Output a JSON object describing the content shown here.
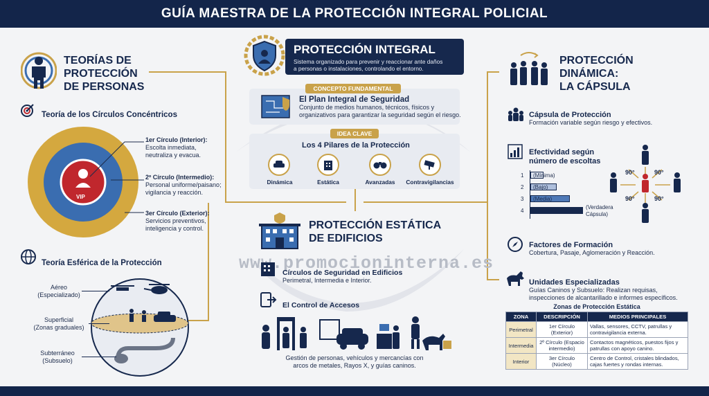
{
  "title": "GUÍA MAESTRA DE LA PROTECCIÓN INTEGRAL POLICIAL",
  "left": {
    "heading": [
      "TEORÍAS DE",
      "PROTECCIÓN",
      "DE PERSONAS"
    ],
    "concentric_title": "Teoría de los Círculos Concéntricos",
    "vip": "VIP",
    "circles": [
      {
        "name": "1er Círculo (Interior):",
        "desc1": "Escolta inmediata,",
        "desc2": "neutraliza y evacua."
      },
      {
        "name": "2º Círculo (Intermedio):",
        "desc1": "Personal uniforme/paisano;",
        "desc2": "vigilancia y reacción."
      },
      {
        "name": "3er Círculo (Exterior):",
        "desc1": "Servicios preventivos,",
        "desc2": "inteligencia y control."
      }
    ],
    "spherical_title": "Teoría Esférica de la Protección",
    "layers": [
      {
        "name": "Aéreo",
        "desc": "(Especializado)"
      },
      {
        "name": "Superficial",
        "desc": "(Zonas graduales)"
      },
      {
        "name": "Subterráneo",
        "desc": "(Subsuelo)"
      }
    ]
  },
  "center": {
    "pi_title": "PROTECCIÓN INTEGRAL",
    "pi_desc1": "Sistema organizado para prevenir y reaccionar ante daños",
    "pi_desc2": "a personas o instalaciones, controlando el entorno.",
    "concept_pill": "CONCEPTO FUNDAMENTAL",
    "plan_title": "El Plan Integral de Seguridad",
    "plan_desc1": "Conjunto de medios humanos, técnicos, físicos y",
    "plan_desc2": "organizativos para garantizar la seguridad según el riesgo.",
    "idea_pill": "IDEA CLAVE",
    "pillars_title": "Los 4 Pilares de la Protección",
    "pillars": [
      "Dinámica",
      "Estática",
      "Avanzadas",
      "Contravigilancias"
    ],
    "static_heading": [
      "PROTECCIÓN ESTÁTICA",
      "DE EDIFICIOS"
    ],
    "circles_title": "Círculos de Seguridad en Edificios",
    "circles_desc": "Perimetral, Intermedia e Interior.",
    "access_title": "El Control de Accesos",
    "access_desc1": "Gestión de personas, vehículos y mercancías con",
    "access_desc2": "arcos de metales, Rayos X, y guías caninos.",
    "watermark": "www.promocioninterna.es"
  },
  "right": {
    "heading": [
      "PROTECCIÓN",
      "DINÁMICA:",
      "LA CÁPSULA"
    ],
    "capsule_title": "Cápsula de Protección",
    "capsule_desc": "Formación variable según riesgo y efectivos.",
    "eff_title": [
      "Efectividad según",
      "número de escoltas"
    ],
    "eff_bars": [
      {
        "n": "1",
        "label": "(Mínima)",
        "value": 1
      },
      {
        "n": "2",
        "label": "(Bajo)",
        "value": 2
      },
      {
        "n": "3",
        "label": "(Media)",
        "value": 3
      },
      {
        "n": "4",
        "label": "(Verdadera Cápsula)",
        "value": 4
      }
    ],
    "angles": [
      "90°",
      "90°",
      "90°",
      "90°"
    ],
    "factors_title": "Factores de Formación",
    "factors_desc": "Cobertura, Pasaje, Aglomeración y Reacción.",
    "units_title": "Unidades Especializadas",
    "units_desc1": "Guías Caninos y Subsuelo: Realizan requisas,",
    "units_desc2": "inspecciones de alcantarillado e informes específicos.",
    "table_title": "Zonas de Protección Estática",
    "table_headers": [
      "ZONA",
      "DESCRIPCIÓN",
      "MEDIOS PRINCIPALES"
    ],
    "table_rows": [
      [
        "Perimetral",
        "1er Círculo (Exterior)",
        "Vallas, sensores, CCTV, patrullas y contravigilancia externa."
      ],
      [
        "Intermedia",
        "2º Círculo (Espacio intermedio)",
        "Contactos magnéticos, puestos fijos y patrullas con apoyo canino."
      ],
      [
        "Interior",
        "3er Círculo (Núcleo)",
        "Centro de Control, cristales blindados, cajas fuertes y rondas internas."
      ]
    ]
  },
  "colors": {
    "navy": "#16284d",
    "gold": "#c9a24a",
    "blue": "#3a6db0",
    "red": "#c0272d"
  }
}
